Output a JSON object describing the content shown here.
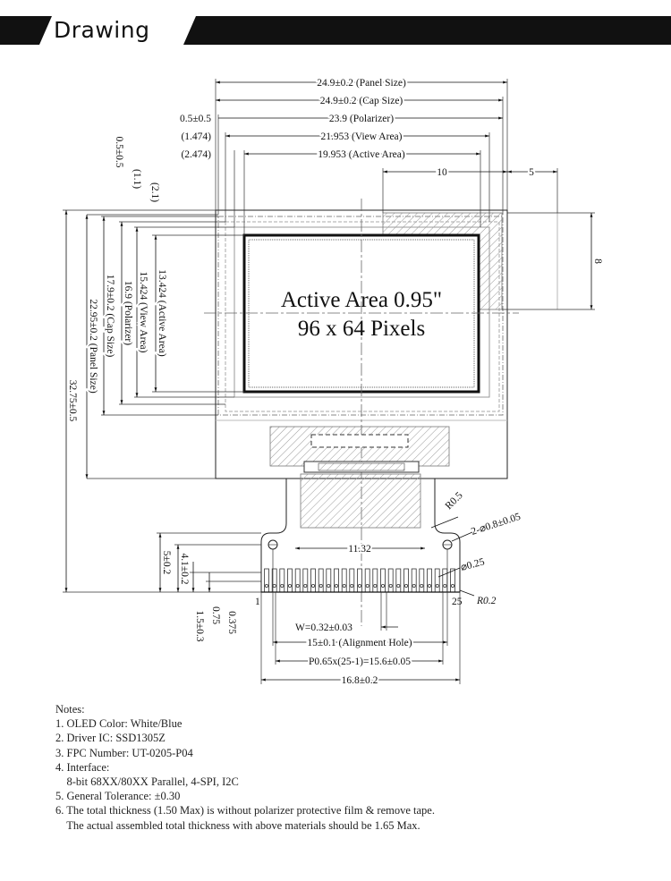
{
  "header": {
    "title": "Drawing"
  },
  "dims": {
    "panel_w": "24.9±0.2 (Panel Size)",
    "cap_w": "24.9±0.2 (Cap Size)",
    "pol_off": "0.5±0.5",
    "pol_w": "23.9 (Polarizer)",
    "view_off": "(1.474)",
    "view_w": "21.953 (View Area)",
    "act_off": "(2.474)",
    "act_w": "19.953 (Active Area)",
    "d10": "10",
    "d5": "5",
    "d8": "8",
    "v_pol_off": "0.5±0.5",
    "v_view_off": "(1.1)",
    "v_act_off": "(2.1)",
    "act_h": "13.424 (Active Area)",
    "view_h": "15.424 (View Area)",
    "pol_h": "16.9 (Polarizer)",
    "cap_h": "17.9±0.2 (Cap Size)",
    "panel_h": "22.95±0.2 (Panel Size)",
    "total_h": "32.75±0.5",
    "hole_span": "11.32",
    "r05": "R0.5",
    "hole_dia": "2-⌀0.8±0.05",
    "pin_dia": "⌀0.25",
    "r02": "R0.2",
    "fpc_5": "5±0.2",
    "fpc_41": "4.1±0.2",
    "fpc_15": "1.5±0.3",
    "fpc_075": "0.75",
    "fpc_0375": "0.375",
    "pin_w": "W=0.32±0.03",
    "align": "15±0.1 (Alignment Hole)",
    "pitch": "P0.65x(25-1)=15.6±0.05",
    "fpc_w": "16.8±0.2",
    "pin1": "1",
    "pin25": "25"
  },
  "active_area": {
    "line1": "Active Area 0.95\"",
    "line2": "96 x 64 Pixels"
  },
  "notes": {
    "title": "Notes:",
    "items": [
      "1. OLED Color: White/Blue",
      "2. Driver IC: SSD1305Z",
      "3. FPC Number: UT-0205-P04",
      "4. Interface:",
      "    8-bit 68XX/80XX Parallel, 4-SPI, I2C",
      "5. General Tolerance: ±0.30",
      "6. The total thickness (1.50 Max) is without polarizer protective film & remove tape.",
      "    The actual assembled total thickness with above materials should be 1.65 Max."
    ]
  }
}
